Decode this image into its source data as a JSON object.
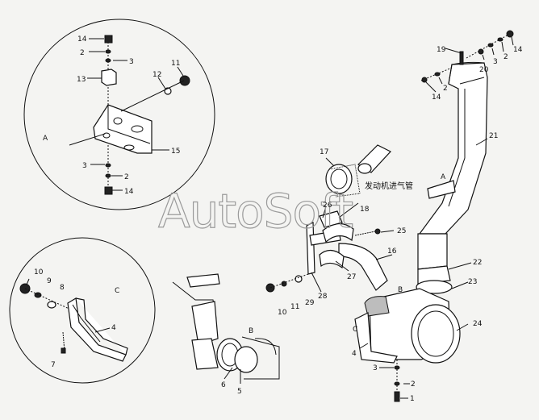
{
  "watermark": "AutoSoft",
  "inlet_label": "发动机进气管",
  "views": {
    "a_circle": "A",
    "a_main": "A",
    "c_circle": "C",
    "c_main": "C",
    "b_main": "B",
    "b_detail": "B"
  },
  "callouts": {
    "c1": "1",
    "c2": "2",
    "c3": "3",
    "c4": "4",
    "c5": "5",
    "c6": "6",
    "c7": "7",
    "c8": "8",
    "c9": "9",
    "c10": "10",
    "c11": "11",
    "c12": "12",
    "c13": "13",
    "c14": "14",
    "c15": "15",
    "c16": "16",
    "c17": "17",
    "c18": "18",
    "c19": "19",
    "c20": "20",
    "c21": "21",
    "c22": "22",
    "c23": "23",
    "c24": "24",
    "c25": "25",
    "c26": "26",
    "c27": "27",
    "c28": "28",
    "c29": "29"
  }
}
